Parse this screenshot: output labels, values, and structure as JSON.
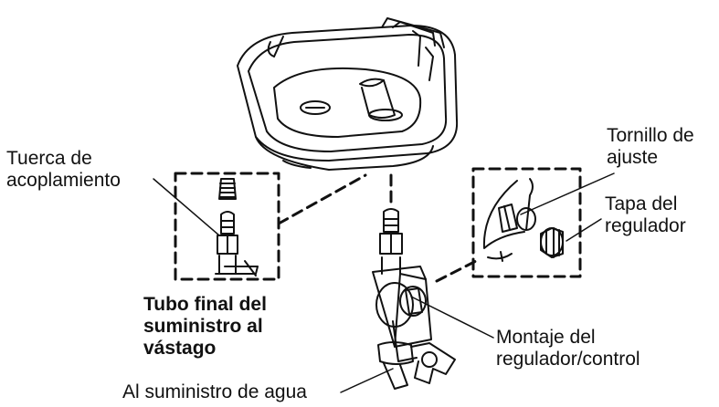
{
  "labels": {
    "coupling_nut": [
      "Tuerca de",
      "acoplamiento"
    ],
    "adjust_screw": [
      "Tornillo de",
      "ajuste"
    ],
    "regulator_cap": [
      "Tapa del",
      "regulador"
    ],
    "supply_tube": [
      "Tubo final del",
      "suministro al",
      "vástago"
    ],
    "regulator_mount": [
      "Montaje del",
      "regulador/control"
    ],
    "water_supply": "Al suministro de agua"
  }
}
